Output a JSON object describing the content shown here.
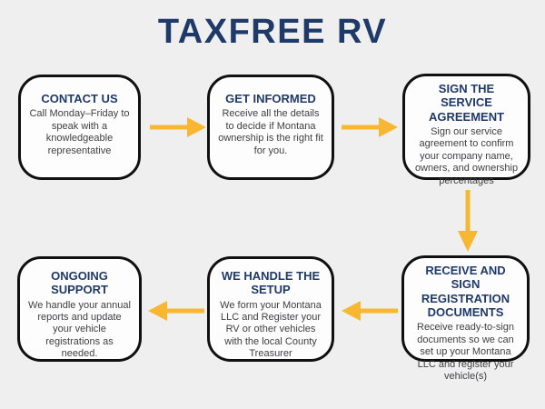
{
  "title": "TAXFREE RV",
  "colors": {
    "page_bg": "#efeff0",
    "navy": "#1f3a68",
    "body_text": "#3f3f41",
    "box_bg": "#fdfdfe",
    "box_border": "#101010",
    "arrow": "#f7b733"
  },
  "steps": [
    {
      "id": "contact-us",
      "heading": "CONTACT US",
      "body": "Call Monday–Friday to speak with a knowledgeable representative"
    },
    {
      "id": "get-informed",
      "heading": "GET INFORMED",
      "body": "Receive all the details to decide if Montana ownership is the right fit for you."
    },
    {
      "id": "sign-the-service-agreement",
      "heading": "SIGN THE SERVICE AGREEMENT",
      "body": "Sign our service agreement to confirm your company name, owners, and ownership percentages"
    },
    {
      "id": "receive-and-sign-registration-documents",
      "heading": "RECEIVE AND SIGN REGISTRATION DOCUMENTS",
      "body": "Receive ready-to-sign documents so we can set up your Montana LLC and register your vehicle(s)"
    },
    {
      "id": "we-handle-the-setup",
      "heading": "WE HANDLE THE SETUP",
      "body": "We form your Montana LLC and Register your RV or other vehicles with the local County Treasurer"
    },
    {
      "id": "ongoing-support",
      "heading": "ONGOING SUPPORT",
      "body": "We handle your annual reports and update your vehicle registrations as needed."
    }
  ]
}
